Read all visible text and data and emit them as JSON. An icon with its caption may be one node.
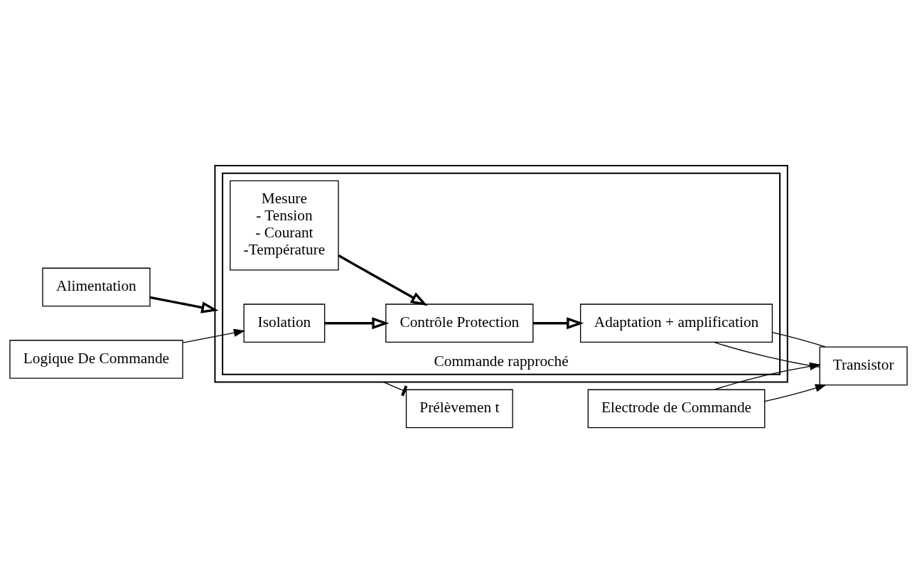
{
  "diagram": {
    "nodes": [
      {
        "text": [
          "Alimentation"
        ]
      },
      {
        "text": [],
        "shape": "box"
      },
      {
        "text": [
          "Commande rapproché"
        ],
        "in": 1
      },
      {
        "text": [
          "Logique De Commande"
        ]
      },
      {
        "text": [
          "Isolation"
        ],
        "in": 2
      },
      {
        "text": [
          "Contrôle Protection"
        ],
        "in": 2
      },
      {
        "text": [
          "Adaptation + amplification"
        ],
        "in": 2
      },
      {
        "text": [
          "Mesure",
          "- Tension",
          "- Courant",
          "-Température"
        ],
        "in": 2
      },
      {
        "text": [
          "Electrode de Commande"
        ]
      },
      {
        "text": [
          "Transistor"
        ]
      },
      {
        "text": [
          "Prélèvemen t"
        ]
      }
    ],
    "edges": [
      {
        "from": 0,
        "to": 1,
        "arrow": "to",
        "style": "thick"
      },
      {
        "from": 3,
        "to": 4,
        "arrow": "to"
      },
      {
        "from": 4,
        "to": 5,
        "arrow": "to",
        "style": "thick"
      },
      {
        "from": 5,
        "to": 6,
        "arrow": "to",
        "style": "thick"
      },
      {
        "from": 7,
        "to": 5,
        "arrow": "to",
        "style": "thick"
      },
      {
        "from": 6,
        "to": 9,
        "arrow": "none"
      },
      {
        "from": 6,
        "to": 9,
        "arrow": "none"
      },
      {
        "from": 8,
        "to": 9,
        "arrow": "to"
      },
      {
        "from": 8,
        "to": 9,
        "arrow": "to"
      },
      {
        "from": 1,
        "to": 10,
        "arrow": "other"
      }
    ]
  }
}
